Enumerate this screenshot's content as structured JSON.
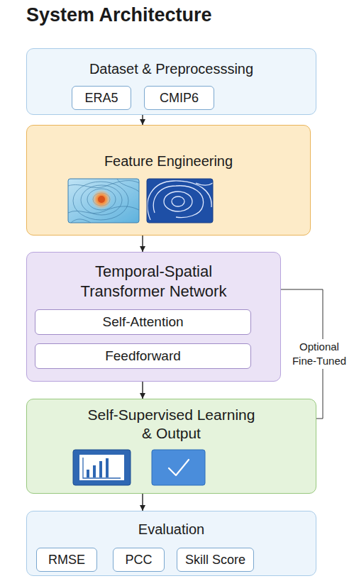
{
  "diagram": {
    "title": "System Architecture",
    "nodes": [
      {
        "text": [
          "Dataset & Preprocesssing"
        ]
      },
      {
        "text": [
          "ERA5"
        ],
        "in": 0
      },
      {
        "text": [
          "CMIP6"
        ],
        "in": 0
      },
      {
        "text": [
          "Feature Engineering"
        ]
      },
      {
        "text": [
          "Temporal-Spatial Transformer Network"
        ]
      },
      {
        "text": [
          "Self-Attention"
        ],
        "in": 4
      },
      {
        "text": [
          "Feedforward"
        ],
        "in": 4
      },
      {
        "text": [
          "Self-Supervised Learning & Output"
        ]
      },
      {
        "text": [
          "Evaluation"
        ]
      },
      {
        "text": [
          "RMSE"
        ],
        "in": 8
      },
      {
        "text": [
          "PCC"
        ],
        "in": 8
      },
      {
        "text": [
          "Skill Score"
        ],
        "in": 8
      }
    ],
    "edges": [
      {
        "from": 0,
        "to": 3,
        "arrow": "to"
      },
      {
        "from": 3,
        "to": 4,
        "arrow": "to"
      },
      {
        "from": 4,
        "to": 7,
        "arrow": "to"
      },
      {
        "from": 7,
        "to": 8,
        "arrow": "to"
      },
      {
        "from": 4,
        "to": 7,
        "label": "Optional Fine-Tuned",
        "arrow": "none"
      }
    ]
  }
}
